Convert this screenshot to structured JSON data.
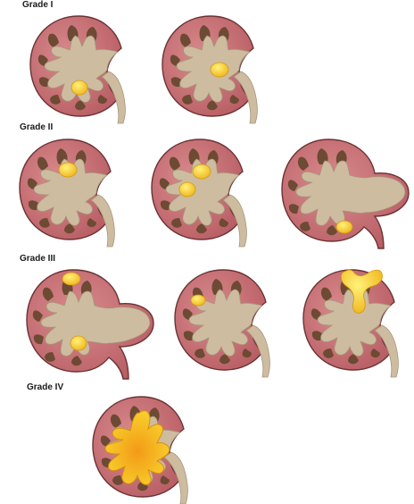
{
  "figure": {
    "grades": [
      {
        "label": "Grade I"
      },
      {
        "label": "Grade II"
      },
      {
        "label": "Grade III"
      },
      {
        "label": "Grade IV"
      }
    ],
    "colors": {
      "cortex": "#c56d72",
      "cortex_outline": "#5a2a2a",
      "calyx": "#6b4a34",
      "pelvis": "#c9b79c",
      "pelvis_outline": "#a89478",
      "stone": "#f3c623",
      "stone_outline": "#d49a10",
      "staghorn": "#f6a21c"
    }
  }
}
